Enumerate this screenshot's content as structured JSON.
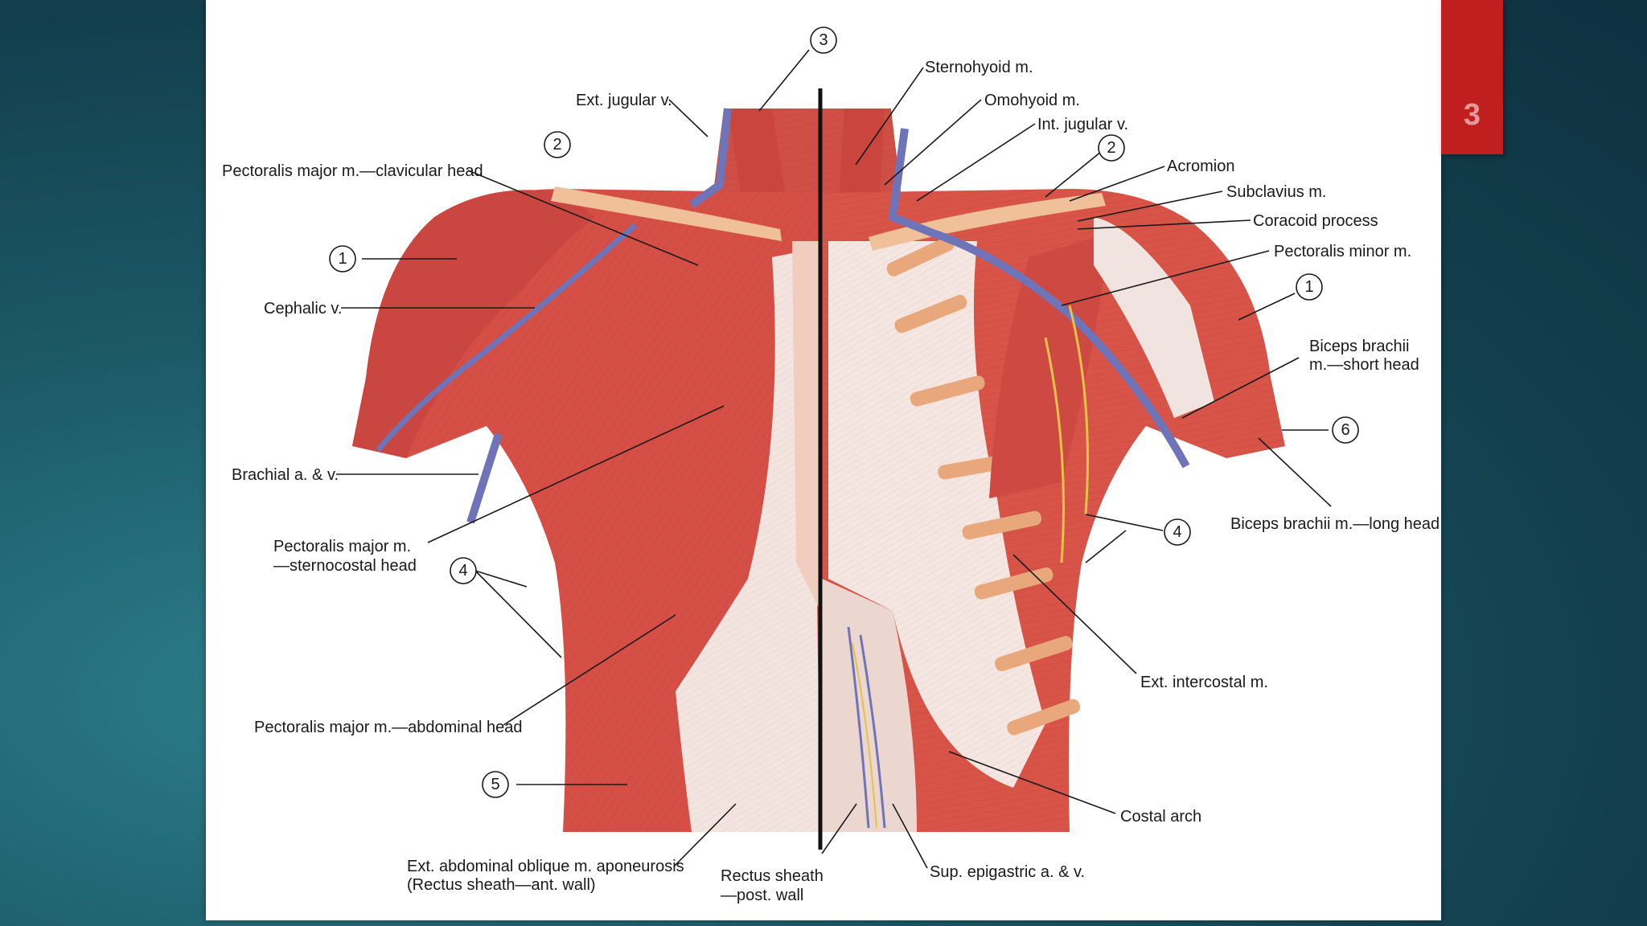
{
  "slide": {
    "number": "3",
    "accent_color": "#c11e20",
    "background_color": "#1c5a68"
  },
  "illustration": {
    "muscle_color": "#d9534a",
    "tendon_color": "#f2dcd6",
    "vein_color": "#6f73b8",
    "cartilage_color": "#e9a77c"
  },
  "labels": {
    "ext_jugular_v": "Ext. jugular v.",
    "pectoralis_clavicular": "Pectoralis major m.—clavicular head",
    "cephalic_v": "Cephalic v.",
    "brachial_av": "Brachial a. & v.",
    "pectoralis_sternocostal_1": "Pectoralis major m.",
    "pectoralis_sternocostal_2": "—sternocostal head",
    "pectoralis_abdominal": "Pectoralis major m.—abdominal head",
    "ext_oblique_1": "Ext. abdominal oblique m. aponeurosis",
    "ext_oblique_2": "(Rectus sheath—ant. wall)",
    "rectus_sheath_1": "Rectus sheath",
    "rectus_sheath_2": "—post. wall",
    "sup_epigastric": "Sup. epigastric a. & v.",
    "sternohyoid": "Sternohyoid m.",
    "omohyoid": "Omohyoid m.",
    "int_jugular": "Int. jugular v.",
    "acromion": "Acromion",
    "subclavius": "Subclavius m.",
    "coracoid": "Coracoid process",
    "pectoralis_minor": "Pectoralis minor m.",
    "biceps_short_1": "Biceps brachii",
    "biceps_short_2": "m.—short head",
    "biceps_long": "Biceps brachii m.—long head",
    "ext_intercostal": "Ext. intercostal m.",
    "costal_arch": "Costal arch"
  },
  "callouts": {
    "n1_left": "1",
    "n1_right": "1",
    "n2_left": "2",
    "n2_right": "2",
    "n3": "3",
    "n4_left": "4",
    "n4_right": "4",
    "n5": "5",
    "n6": "6"
  }
}
